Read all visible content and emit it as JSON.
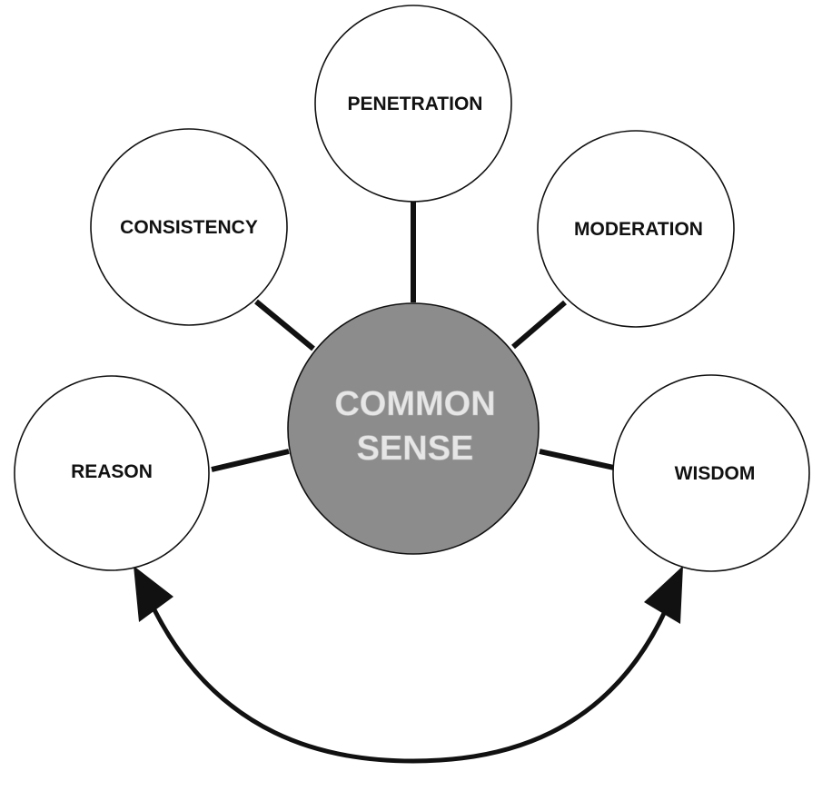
{
  "diagram": {
    "center": {
      "line1": "COMMON",
      "line2": "SENSE"
    },
    "nodes": {
      "penetration": "PENETRATION",
      "consistency": "CONSISTENCY",
      "moderation": "MODERATION",
      "reason": "REASON",
      "wisdom": "WISDOM"
    }
  },
  "colors": {
    "center_fill": "#8c8c8c",
    "center_text": "#e6e6e6",
    "node_fill": "#ffffff",
    "outline": "#111111"
  }
}
